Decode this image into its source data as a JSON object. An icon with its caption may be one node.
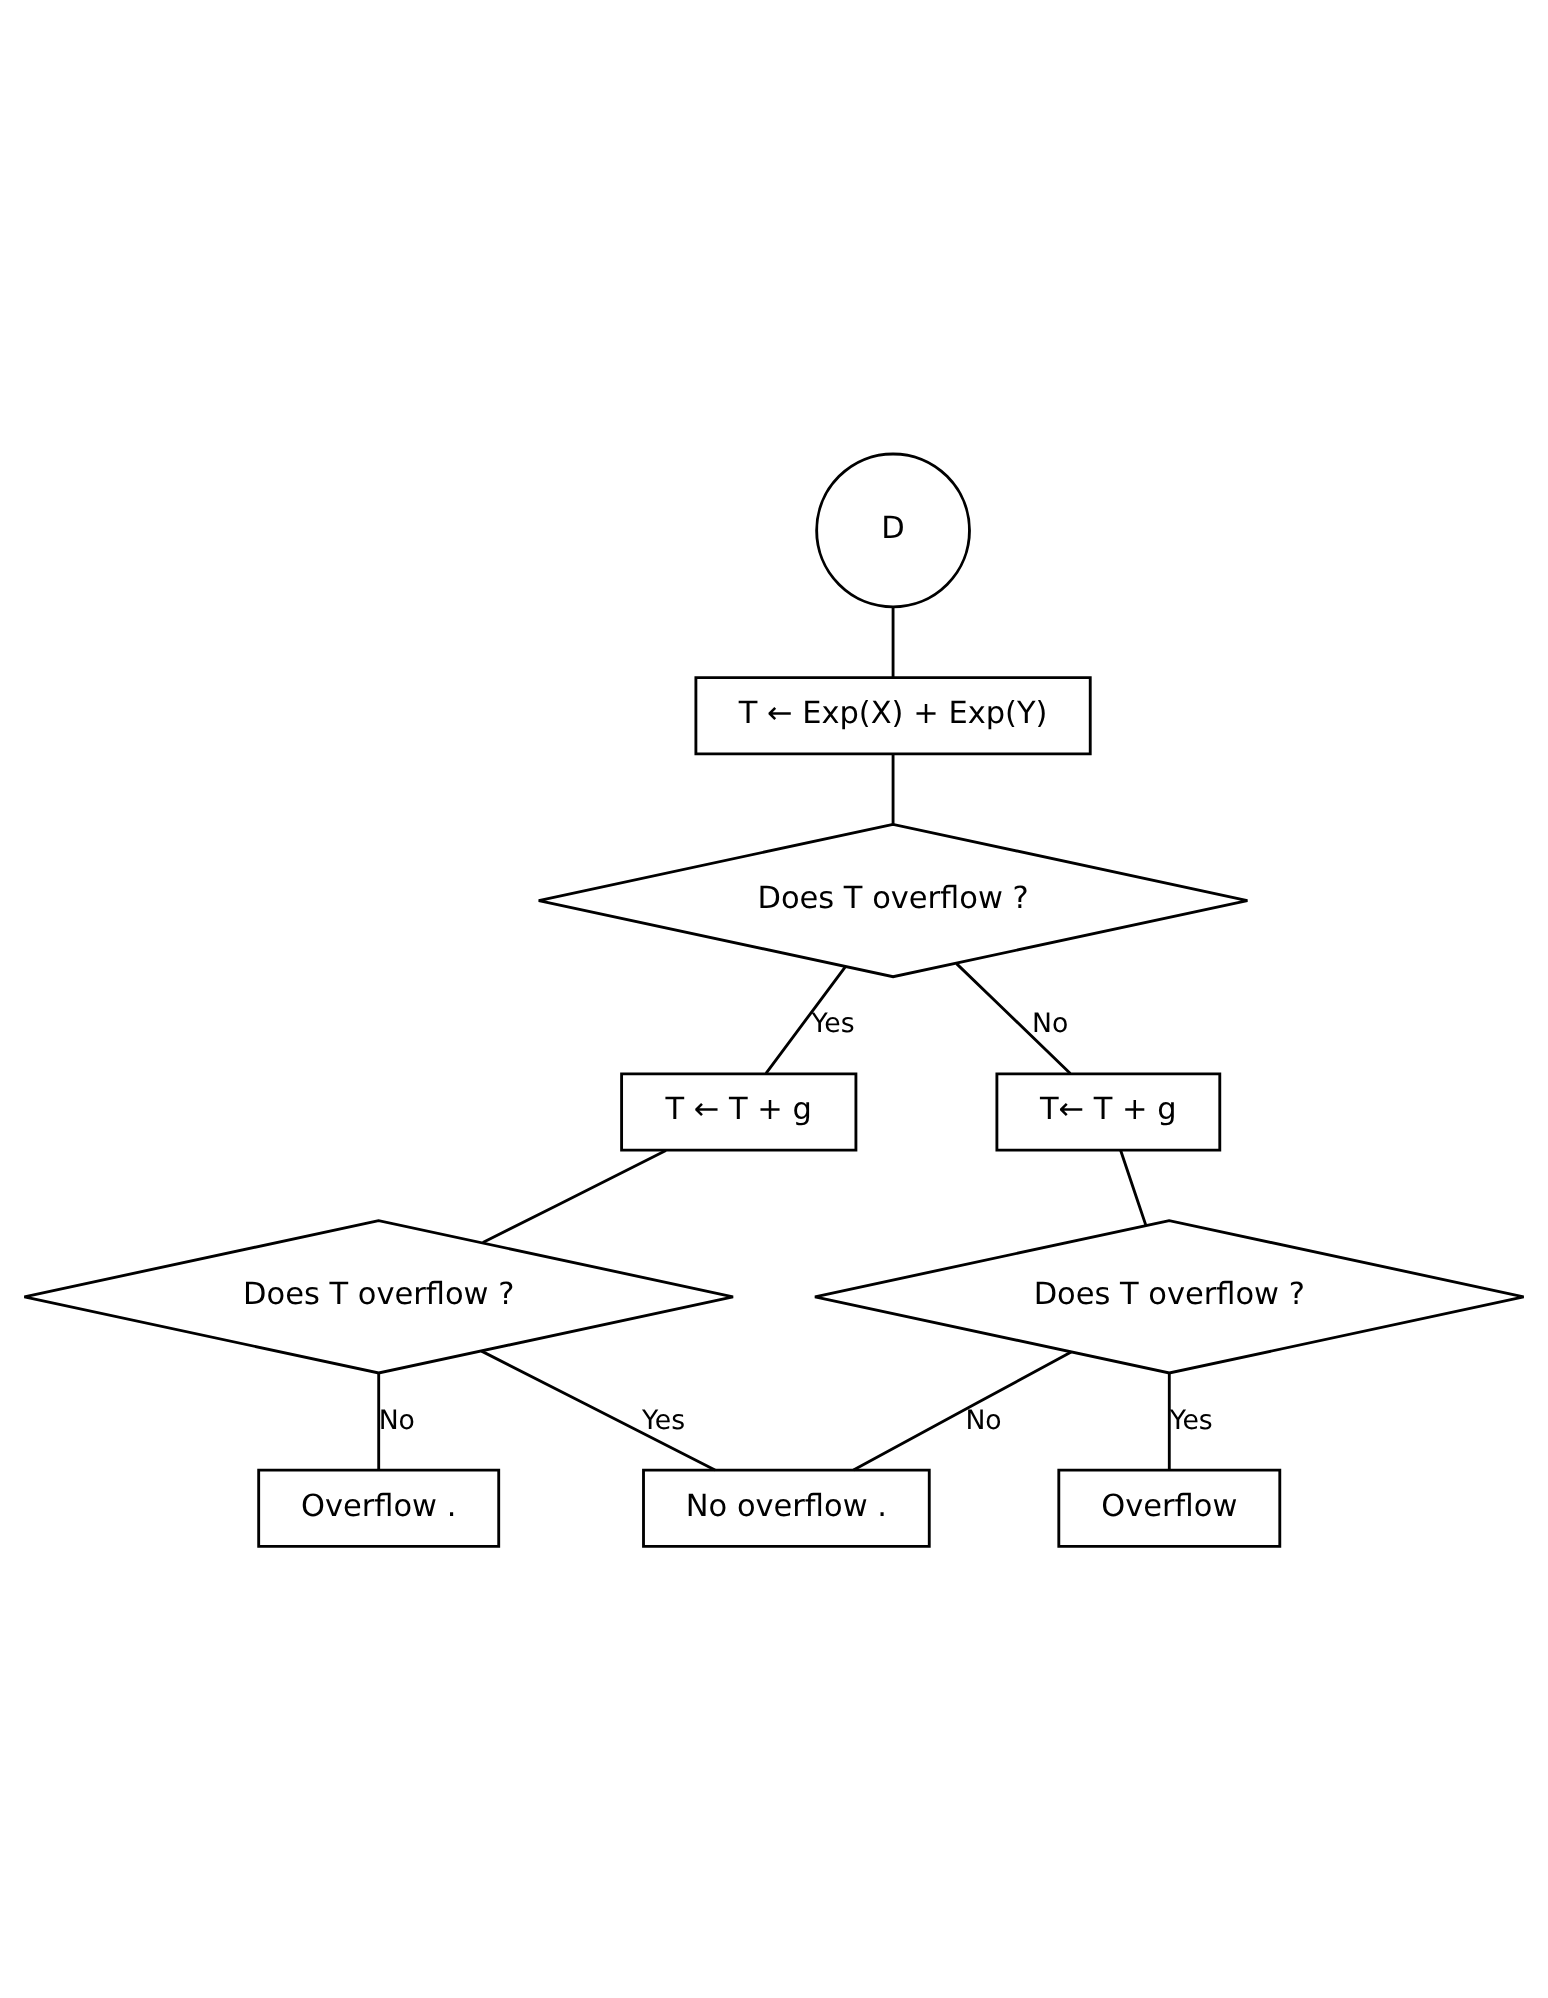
{
  "diagram": {
    "nodes": [
      {
        "text": [
          "D"
        ]
      },
      {
        "text": [
          "T ← Exp(X) + Exp(Y)"
        ]
      },
      {
        "text": [
          "Does T overflow ?"
        ]
      },
      {
        "text": [
          "T ← T + g"
        ]
      },
      {
        "text": [
          "T← T + g"
        ]
      },
      {
        "text": [
          "Does T overflow ?"
        ]
      },
      {
        "text": [
          "Does T overflow ?"
        ]
      },
      {
        "text": [
          "No overflow ."
        ]
      },
      {
        "text": [
          "Overflow ."
        ]
      },
      {
        "text": [
          "Overflow"
        ]
      }
    ],
    "edges": [
      {
        "from": 0,
        "to": 1,
        "arrow": "none"
      },
      {
        "from": 1,
        "to": 2,
        "arrow": "none"
      },
      {
        "from": 2,
        "to": 3,
        "arrow": "none",
        "label": "Yes"
      },
      {
        "from": 2,
        "to": 4,
        "arrow": "none",
        "label": "No"
      },
      {
        "from": 3,
        "to": 5,
        "arrow": "none"
      },
      {
        "from": 4,
        "to": 6,
        "arrow": "none"
      },
      {
        "from": 5,
        "to": 7,
        "arrow": "none",
        "label": "Yes"
      },
      {
        "from": 6,
        "to": 7,
        "arrow": "none",
        "label": "No"
      },
      {
        "from": 5,
        "to": 8,
        "arrow": "none",
        "label": "No"
      },
      {
        "from": 6,
        "to": 9,
        "arrow": "none",
        "label": "Yes"
      }
    ]
  }
}
